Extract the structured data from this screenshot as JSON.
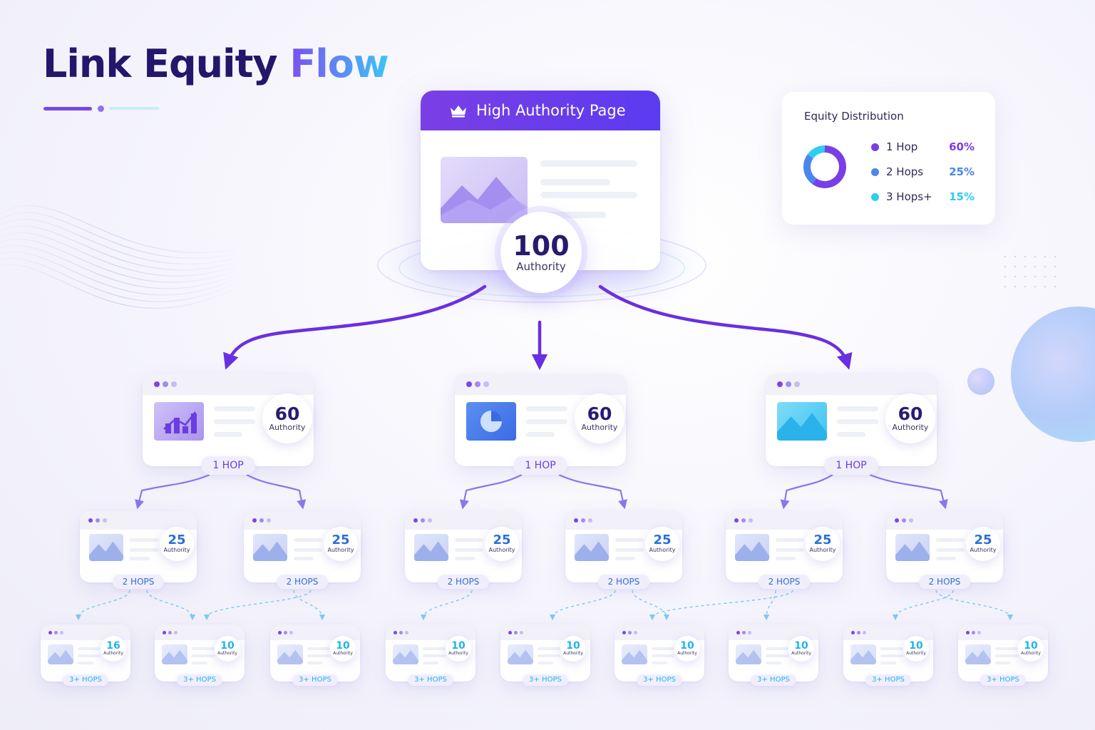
{
  "title": {
    "main": "Link Equity",
    "accent": "Flow"
  },
  "top_page": {
    "label": "High Authority Page",
    "score": "100",
    "score_label": "Authority",
    "icon": "crown-icon"
  },
  "legend": {
    "title": "Equity Distribution",
    "items": [
      {
        "label": "1 Hop",
        "value": "60%",
        "percent": 60,
        "color": "#7a3fe4"
      },
      {
        "label": "2 Hops",
        "value": "25%",
        "percent": 25,
        "color": "#4a86ec"
      },
      {
        "label": "3 Hops+",
        "value": "15%",
        "percent": 15,
        "color": "#2ecdf2"
      }
    ]
  },
  "hop1": {
    "badge": "1 HOP",
    "score": "60",
    "score_label": "Authority",
    "cards": [
      {
        "image": "bar-chart-image"
      },
      {
        "image": "pie-chart-image"
      },
      {
        "image": "mountain-image"
      }
    ]
  },
  "hop2": {
    "badge": "2 HOPS",
    "score": "25",
    "score_label": "Authority",
    "count": 6
  },
  "hop3": {
    "badge": "3+ HOPS",
    "score_label": "Authority",
    "scores": [
      "16",
      "10",
      "10",
      "10",
      "10",
      "10",
      "10",
      "10",
      "10"
    ]
  },
  "colors": {
    "primary": "#7a3fe4",
    "hop1": "#6a3de0",
    "hop2": "#2b6fd9",
    "hop3": "#21b4e8",
    "title": "#24166b"
  }
}
